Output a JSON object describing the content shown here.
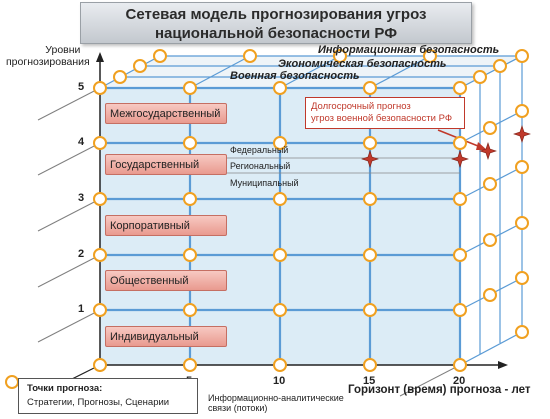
{
  "title": {
    "line1": "Сетевая  модель  прогнозирования угроз",
    "line2": "национальной безопасности  РФ"
  },
  "axes": {
    "y_title_line1": "Уровни",
    "y_title_line2": "прогнозирования",
    "y_ticks": [
      "1",
      "2",
      "3",
      "4",
      "5"
    ],
    "x_ticks": [
      "5",
      "10",
      "15",
      "20"
    ],
    "x_title": "Горизонт (время) прогноза - лет"
  },
  "levels": [
    "Межгосударственный",
    "Государственный",
    "Корпоративный",
    "Общественный",
    "Индивидуальный"
  ],
  "security_planes": [
    "Информационная безопасность",
    "Экономическая безопасность",
    "Военная безопасность"
  ],
  "sublevels": [
    "Федеральный",
    "Региональный",
    "Муниципальный"
  ],
  "note": {
    "line1": "Долгосрочный прогноз",
    "line2": "угроз военной безопасности РФ"
  },
  "legend": {
    "points_title": "Точки прогноза:",
    "points_items": "Стратегии, Прогнозы, Сценарии",
    "flow_line1": "Информационно-аналитические",
    "flow_line2": "связи (потоки)"
  },
  "colors": {
    "grid": "#5b9bd5",
    "node_fill": "#ffffff",
    "node_stroke": "#f0a020",
    "level_box": "#f2b0a6",
    "star": "#c0392b",
    "panel": "#dcecf6"
  }
}
